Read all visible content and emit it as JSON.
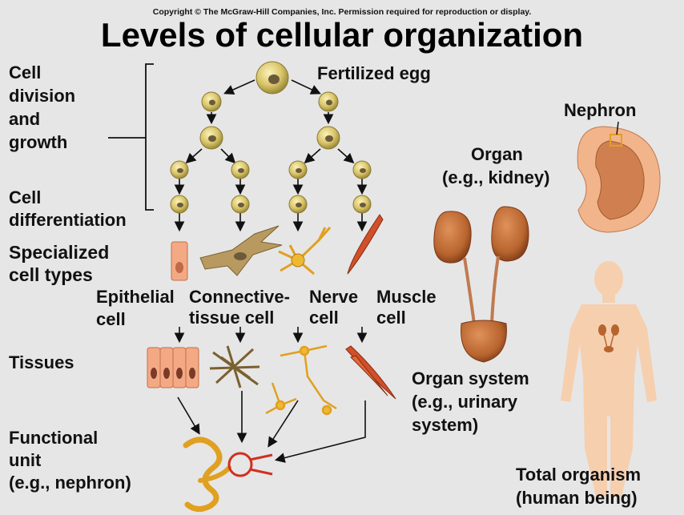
{
  "copyright": "Copyright © The McGraw-Hill Companies, Inc. Permission required for reproduction or display.",
  "title": "Levels of cellular organization",
  "labels": {
    "cell_division_1": "Cell",
    "cell_division_2": "division",
    "cell_division_3": "and",
    "cell_division_4": "growth",
    "cell_diff_1": "Cell",
    "cell_diff_2": "differentiation",
    "fertilized_egg": "Fertilized egg",
    "specialized_1": "Specialized",
    "specialized_2": "cell types",
    "epithelial_1": "Epithelial",
    "epithelial_2": "cell",
    "connective_1": "Connective-",
    "connective_2": "tissue cell",
    "nerve_1": "Nerve",
    "nerve_2": "cell",
    "muscle_1": "Muscle",
    "muscle_2": "cell",
    "tissues": "Tissues",
    "functional_1": "Functional",
    "functional_2": "unit",
    "functional_3": "(e.g., nephron)",
    "nephron": "Nephron",
    "organ_1": "Organ",
    "organ_2": "(e.g., kidney)",
    "organ_system_1": "Organ system",
    "organ_system_2": "(e.g., urinary",
    "organ_system_3": "system)",
    "total_1": "Total organism",
    "total_2": "(human being)"
  },
  "colors": {
    "background": "#e6e6e6",
    "cell_fill": "#d9c56a",
    "nucleus": "#6b5a3a",
    "kidney": "#b8642e",
    "body": "#f6cfae",
    "tubule": "#e0a020",
    "vessel": "#d03020"
  }
}
